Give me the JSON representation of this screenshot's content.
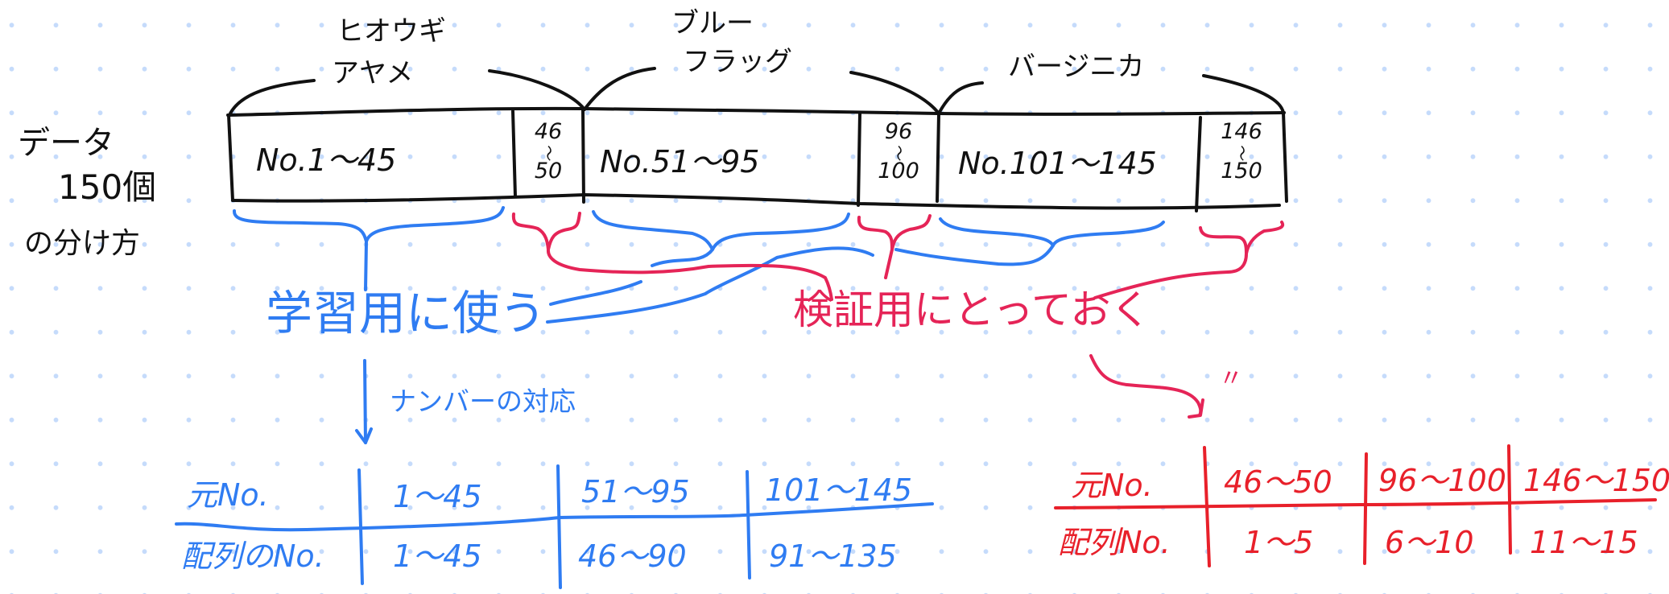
{
  "left_label": {
    "line1": "データ",
    "line2": "150個",
    "line3": "の分け方"
  },
  "species": {
    "setosa_line1": "ヒオウギ",
    "setosa_line2": "アヤメ",
    "versicolor_line1": "ブルー",
    "versicolor_line2": "フラッグ",
    "virginica": "バージニカ"
  },
  "data_bar": {
    "cells": [
      {
        "label": "No.1〜45"
      },
      {
        "top": "46",
        "mid": "〜",
        "bottom": "50"
      },
      {
        "label": "No.51〜95"
      },
      {
        "top": "96",
        "mid": "〜",
        "bottom": "100"
      },
      {
        "label": "No.101〜145"
      },
      {
        "top": "146",
        "mid": "〜",
        "bottom": "150"
      }
    ]
  },
  "training_label": "学習用に使う",
  "validation_label": "検証用にとっておく",
  "mapping_label": "ナンバーの対応",
  "ditto_mark": "〃",
  "training_table": {
    "row_headers": [
      "元No.",
      "配列のNo."
    ],
    "rows": [
      [
        "1〜45",
        "51〜95",
        "101〜145"
      ],
      [
        "1〜45",
        "46〜90",
        "91〜135"
      ]
    ]
  },
  "validation_table": {
    "row_headers": [
      "元No.",
      "配列No."
    ],
    "rows": [
      [
        "46〜50",
        "96〜100",
        "146〜150"
      ],
      [
        "1〜5",
        "6〜10",
        "11〜15"
      ]
    ]
  },
  "colors": {
    "ink": "#111111",
    "training": "#2f7cf2",
    "validation": "#e52457",
    "table_red": "#e8202a",
    "dots": "#c5dbfb"
  }
}
